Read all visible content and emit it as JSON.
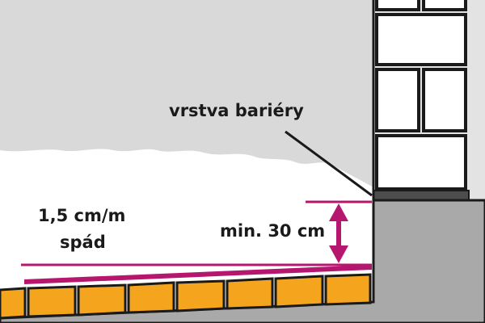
{
  "labels": {
    "barrier": "vrstva bariéry",
    "slope_value": "1,5 cm/m",
    "slope_word": "spád",
    "min_height": "min. 30 cm"
  },
  "colors": {
    "snow_background": "#d9d9d9",
    "wall_background": "#e3e3e3",
    "brick_fill": "#ffffff",
    "outline": "#1a1a1a",
    "ground": "#a9a9a9",
    "barrier_layer": "#4d4d4d",
    "tile_fill": "#f5a41e",
    "accent_magenta": "#b5176f"
  },
  "icons": {
    "height_marker": "double-arrow-vertical-icon"
  }
}
